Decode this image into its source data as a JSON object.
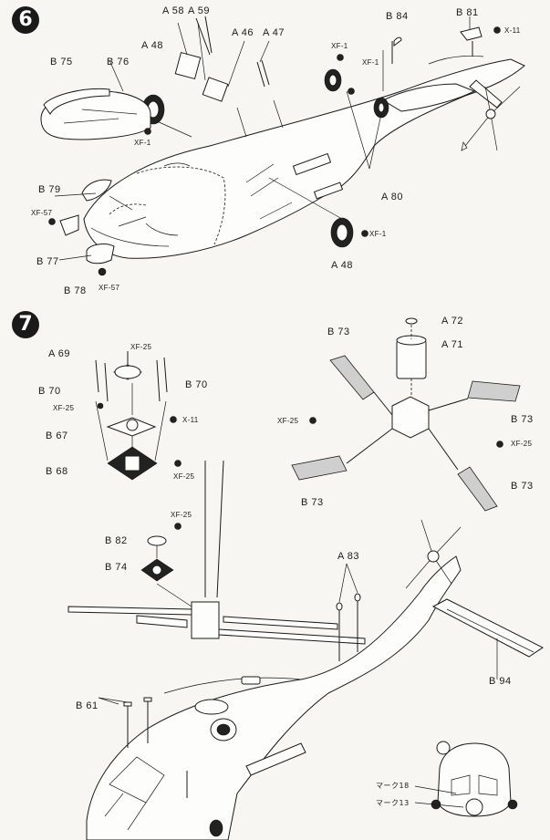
{
  "steps": {
    "step6": {
      "number": "6"
    },
    "step7": {
      "number": "7"
    }
  },
  "step6_labels": {
    "a58": "A 58",
    "a59": "A 59",
    "a46": "A 46",
    "a47": "A 47",
    "a48_top": "A 48",
    "b84": "B 84",
    "b81": "B 81",
    "x11": "X-11",
    "b75": "B 75",
    "b76": "B 76",
    "xf1_a": "XF-1",
    "xf1_b": "XF-1",
    "xf1_c": "XF-1",
    "xf1_d": "XF-1",
    "b79": "B 79",
    "xf57_a": "XF-57",
    "b77": "B 77",
    "b78": "B 78",
    "xf57_b": "XF-57",
    "a80": "A 80",
    "a48_bottom": "A 48"
  },
  "step7_labels": {
    "a69": "A 69",
    "xf25_a": "XF-25",
    "b70_left": "B 70",
    "b70_right": "B 70",
    "xf25_b": "XF-25",
    "x11": "X-11",
    "b67": "B 67",
    "b68": "B 68",
    "xf25_c": "XF-25",
    "a72": "A 72",
    "a71": "A 71",
    "b73_tl": "B 73",
    "b73_r": "B 73",
    "xf25_d": "XF-25",
    "xf25_e": "XF-25",
    "b73_bl": "B 73",
    "b73_br": "B 73",
    "xf25_f": "XF-25",
    "b82": "B 82",
    "b74": "B 74",
    "a83": "A 83",
    "b94": "B 94",
    "b61": "B 61",
    "mark18": "マーク18",
    "mark13": "マーク13"
  }
}
